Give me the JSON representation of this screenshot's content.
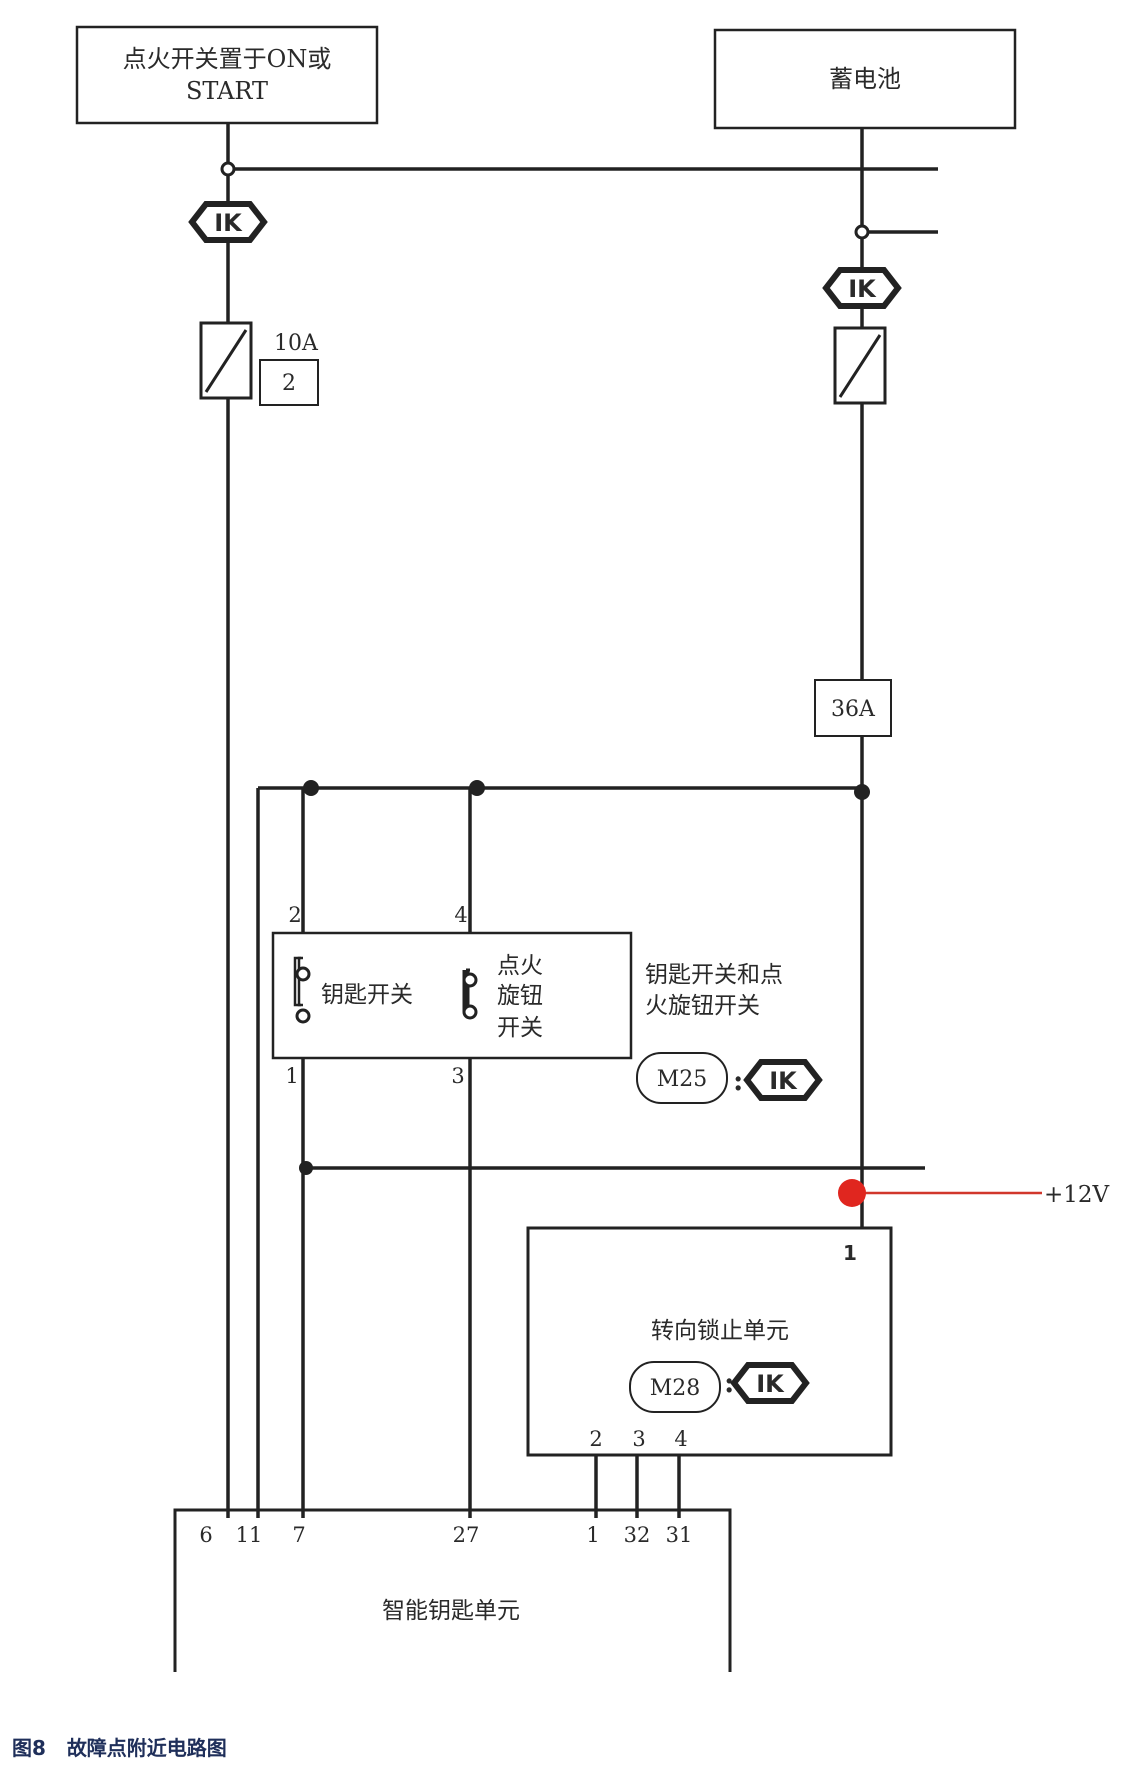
{
  "boxes": {
    "ignition_line1": "点火开关置于ON或",
    "ignition_line2": "START",
    "battery": "蓄电池",
    "key_switch": "钥匙开关",
    "knob_line1": "点火",
    "knob_line2": "旋钮",
    "knob_line3": "开关",
    "assembly_line1": "钥匙开关和点",
    "assembly_line2": "火旋钮开关",
    "steering_lock": "转向锁止单元",
    "smart_key": "智能钥匙单元"
  },
  "fuses": {
    "left_rating": "10A",
    "left_number": "2",
    "right_rating": "36A"
  },
  "connectors": {
    "m25": "M25",
    "m28": "M28",
    "ik_tag": "IK"
  },
  "pins": {
    "key_top": "2",
    "key_bottom": "1",
    "knob_top": "4",
    "knob_bottom": "3",
    "steer_top": "1",
    "steer_b2": "2",
    "steer_b3": "3",
    "steer_b4": "4",
    "smart_6": "6",
    "smart_11": "11",
    "smart_7": "7",
    "smart_27": "27",
    "smart_1": "1",
    "smart_32": "32",
    "smart_31": "31"
  },
  "fault": {
    "voltage": "+12V",
    "marker_color": "#e0261f"
  },
  "caption": {
    "figure": "图8",
    "title": "故障点附近电路图"
  }
}
